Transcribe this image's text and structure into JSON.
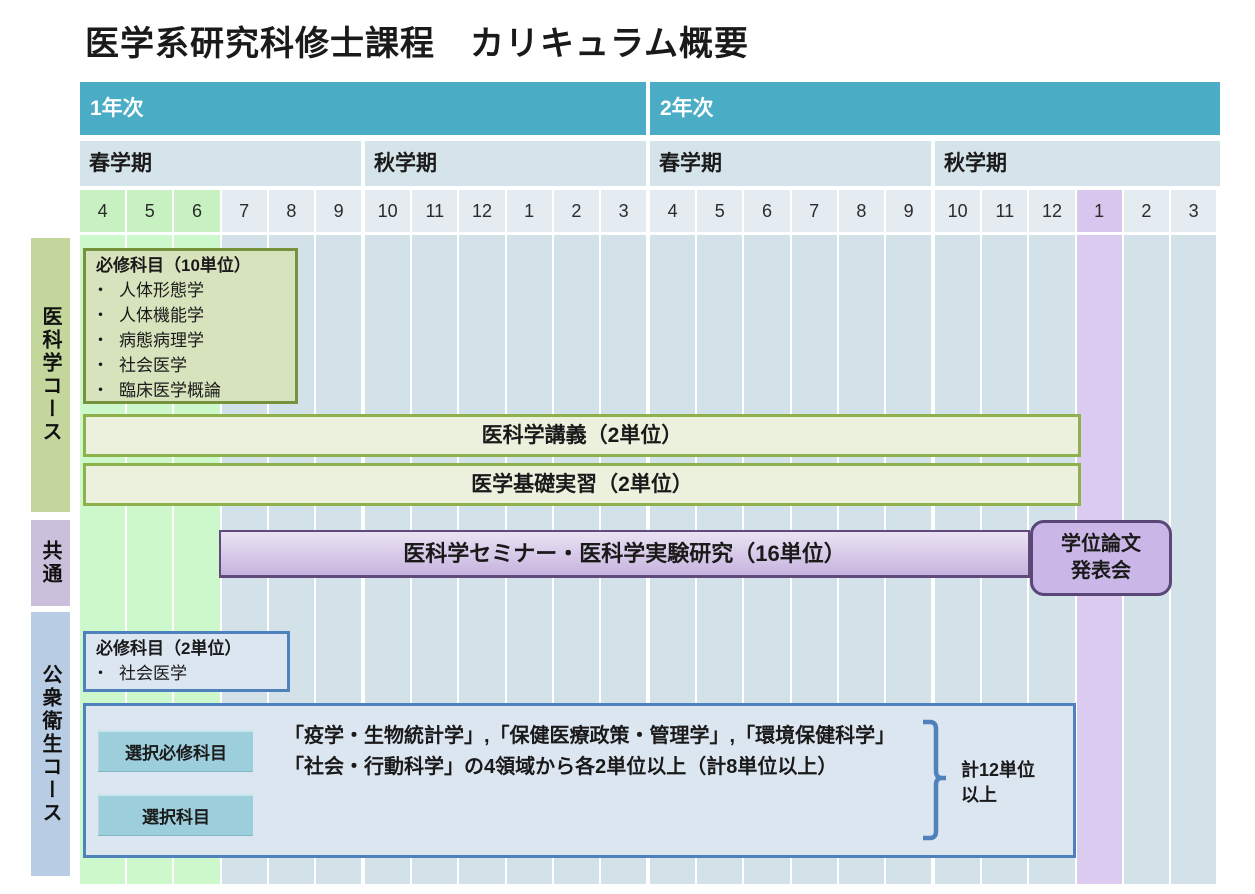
{
  "title": "医学系研究科修士課程　カリキュラム概要",
  "timeline": {
    "years": [
      {
        "label": "1年次"
      },
      {
        "label": "2年次"
      }
    ],
    "semesters": [
      {
        "label": "春学期"
      },
      {
        "label": "秋学期"
      },
      {
        "label": "春学期"
      },
      {
        "label": "秋学期"
      }
    ],
    "months": [
      {
        "label": "4",
        "variant": "green"
      },
      {
        "label": "5",
        "variant": "green"
      },
      {
        "label": "6",
        "variant": "green"
      },
      {
        "label": "7",
        "variant": "default"
      },
      {
        "label": "8",
        "variant": "default"
      },
      {
        "label": "9",
        "variant": "default"
      },
      {
        "label": "10",
        "variant": "default"
      },
      {
        "label": "11",
        "variant": "default"
      },
      {
        "label": "12",
        "variant": "default"
      },
      {
        "label": "1",
        "variant": "default"
      },
      {
        "label": "2",
        "variant": "default"
      },
      {
        "label": "3",
        "variant": "default"
      },
      {
        "label": "4",
        "variant": "default"
      },
      {
        "label": "5",
        "variant": "default"
      },
      {
        "label": "6",
        "variant": "default"
      },
      {
        "label": "7",
        "variant": "default"
      },
      {
        "label": "8",
        "variant": "default"
      },
      {
        "label": "9",
        "variant": "default"
      },
      {
        "label": "10",
        "variant": "default"
      },
      {
        "label": "11",
        "variant": "default"
      },
      {
        "label": "12",
        "variant": "default"
      },
      {
        "label": "1",
        "variant": "lavender"
      },
      {
        "label": "2",
        "variant": "default"
      },
      {
        "label": "3",
        "variant": "default"
      }
    ]
  },
  "sidebar": {
    "tracks": [
      {
        "label": "医科学コース"
      },
      {
        "label": "共通"
      },
      {
        "label": "公衆衛生コース"
      }
    ]
  },
  "medical_course": {
    "required_box": {
      "title": "必修科目（10単位）",
      "items": [
        "人体形態学",
        "人体機能学",
        "病態病理学",
        "社会医学",
        "臨床医学概論"
      ]
    },
    "lecture_bar": "医科学講義（2単位）",
    "practice_bar": "医学基礎実習（2単位）"
  },
  "common": {
    "seminar_bar": "医科学セミナー・医科学実験研究（16単位）",
    "thesis_box": {
      "line1": "学位論文",
      "line2": "発表会"
    }
  },
  "public_health_course": {
    "required_box": {
      "title": "必修科目（2単位）",
      "items": [
        "社会医学"
      ]
    },
    "elective_box": {
      "button_elective_required": "選択必修科目",
      "button_elective": "選択科目",
      "description_line1": "「疫学・生物統計学」,「保健医療政策・管理学」,「環境保健科学」",
      "description_line2": "「社会・行動科学」の4領域から各2単位以上（計8単位以上）",
      "total_line1": "計12単位",
      "total_line2": "以上"
    }
  },
  "colors": {
    "header_teal": "#4AACC5",
    "semester_bg": "#D5E3EB",
    "month_green": "#C8F1C2",
    "month_lavender": "#D9C6EF",
    "track_medical": "#C3D69B",
    "track_common": "#CBC0DB",
    "track_public_health": "#B8CCE4",
    "olive_border": "#76923C",
    "olive_bar_border": "#8FB14D",
    "blue_border": "#4F81BD",
    "purple_border": "#5F4A7B",
    "button_teal": "#9CCEDC"
  }
}
